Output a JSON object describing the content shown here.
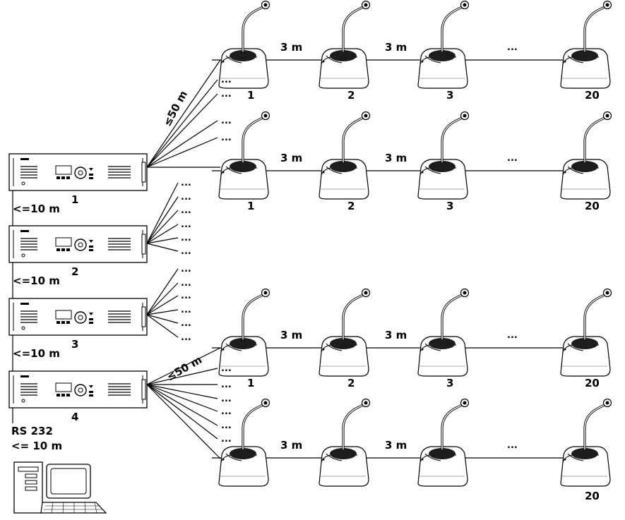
{
  "units": [
    {
      "label": "1"
    },
    {
      "label": "2"
    },
    {
      "label": "3"
    },
    {
      "label": "4"
    }
  ],
  "unit_links": [
    "<=10 m",
    "<=10 m",
    "<=10 m"
  ],
  "pc_link": {
    "line1": "RS 232",
    "line2": "<= 10 m"
  },
  "trunk_distance": "≤50 m",
  "mic_spacing": "3 m",
  "ellipsis": "...",
  "mic_numbers": [
    "1",
    "2",
    "3",
    "20"
  ]
}
